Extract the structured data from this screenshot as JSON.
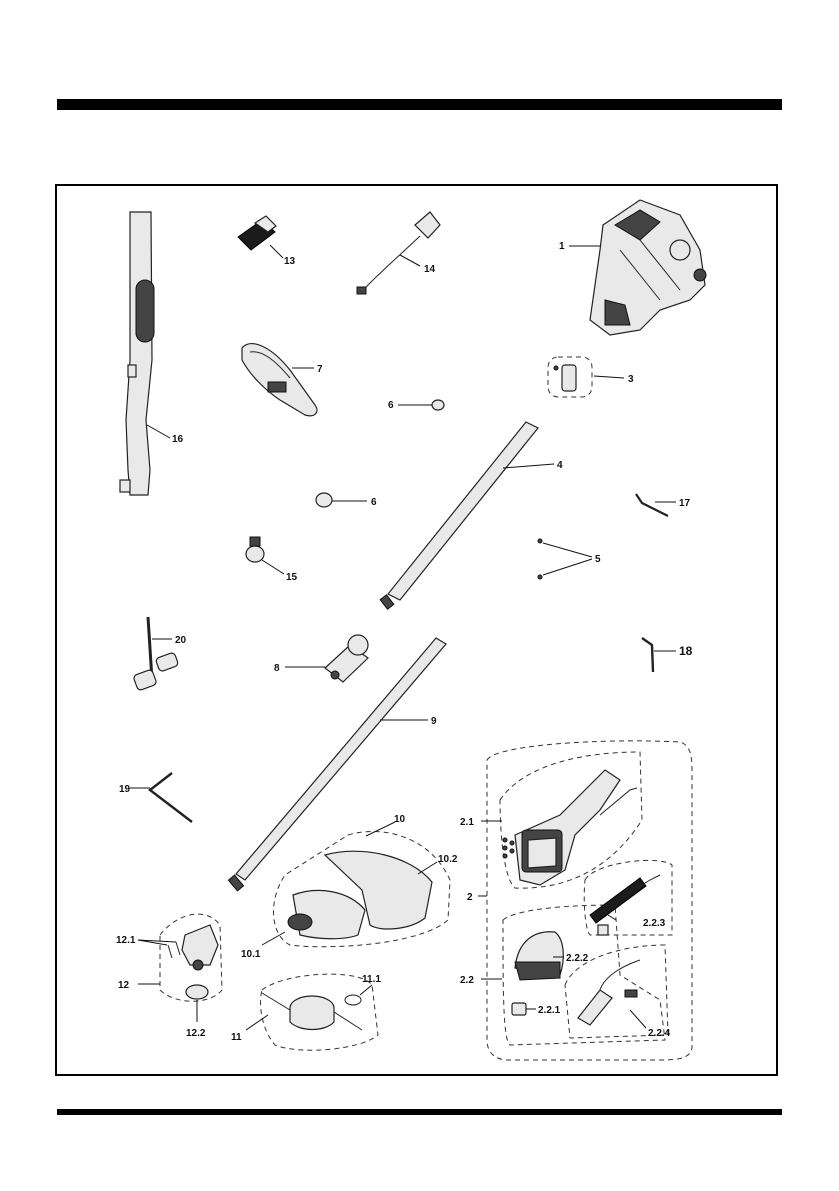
{
  "labels": {
    "p1": "1",
    "p2": "2",
    "p2_1": "2.1",
    "p2_2": "2.2",
    "p2_2_1": "2.2.1",
    "p2_2_2": "2.2.2",
    "p2_2_3": "2.2.3",
    "p2_2_4": "2.2.4",
    "p3": "3",
    "p4": "4",
    "p5": "5",
    "p6a": "6",
    "p6b": "6",
    "p7": "7",
    "p8": "8",
    "p9": "9",
    "p10": "10",
    "p10_1": "10.1",
    "p10_2": "10.2",
    "p11": "11",
    "p11_1": "11.1",
    "p12": "12",
    "p12_1": "12.1",
    "p12_2": "12.2",
    "p13": "13",
    "p14": "14",
    "p15": "15",
    "p16": "16",
    "p17": "17",
    "p18": "18",
    "p19": "19",
    "p20": "20"
  },
  "colors": {
    "ink": "#111111",
    "part_fill": "#e9e9e9",
    "dark_fill": "#444444"
  }
}
